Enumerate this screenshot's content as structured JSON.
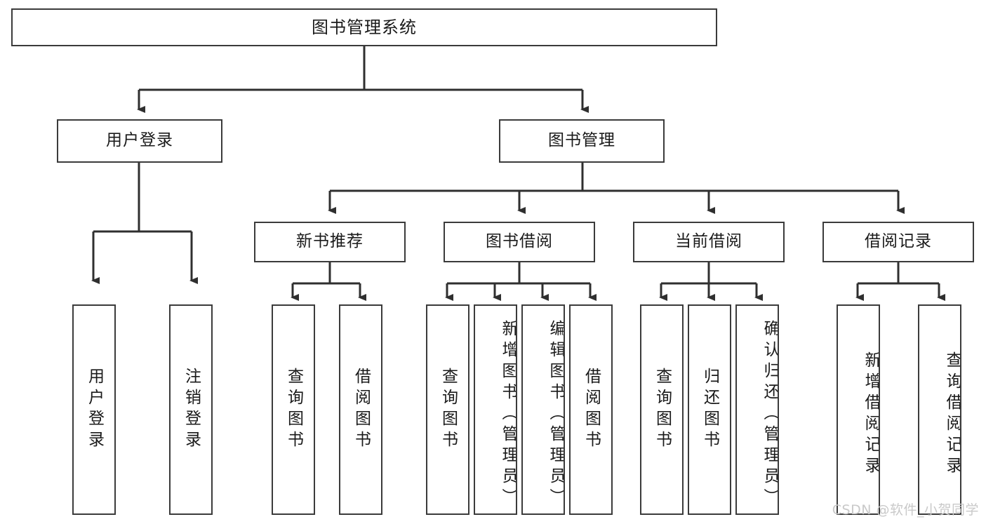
{
  "diagram": {
    "kind": "functional-structure-tree",
    "root": {
      "id": "root",
      "label": "图书管理系统"
    },
    "level2": [
      {
        "id": "user-login",
        "label": "用户登录"
      },
      {
        "id": "book-management",
        "label": "图书管理"
      }
    ],
    "level3": [
      {
        "id": "new-book-recommend",
        "label": "新书推荐"
      },
      {
        "id": "book-borrow",
        "label": "图书借阅"
      },
      {
        "id": "current-borrow",
        "label": "当前借阅"
      },
      {
        "id": "borrow-record",
        "label": "借阅记录"
      }
    ],
    "leaves": {
      "user_login": [
        {
          "id": "leaf-user-login",
          "label": "用户登录"
        },
        {
          "id": "leaf-logout-login",
          "label": "注销登录"
        }
      ],
      "new_book_recommend": [
        {
          "id": "leaf-query-book-1",
          "label": "查询图书"
        },
        {
          "id": "leaf-borrow-book-1",
          "label": "借阅图书"
        }
      ],
      "book_borrow": [
        {
          "id": "leaf-query-book-2",
          "label": "查询图书"
        },
        {
          "id": "leaf-add-book",
          "label": "新增图书（管理员）"
        },
        {
          "id": "leaf-edit-book",
          "label": "编辑图书（管理员）"
        },
        {
          "id": "leaf-borrow-book-2",
          "label": "借阅图书"
        }
      ],
      "current_borrow": [
        {
          "id": "leaf-query-book-3",
          "label": "查询图书"
        },
        {
          "id": "leaf-return-book",
          "label": "归还图书"
        },
        {
          "id": "leaf-confirm-return",
          "label": "确认归还（管理员）"
        }
      ],
      "borrow_record": [
        {
          "id": "leaf-add-record",
          "label": "新增借阅记录"
        },
        {
          "id": "leaf-query-record",
          "label": "查询借阅记录"
        }
      ]
    }
  },
  "watermark": {
    "text": "CSDN @软件_小贺同学"
  },
  "colors": {
    "border": "#3b3b3b",
    "background": "#ffffff",
    "text": "#1a1a1a",
    "watermark": "#c9c9c9",
    "connector": "#2f2f2f"
  }
}
